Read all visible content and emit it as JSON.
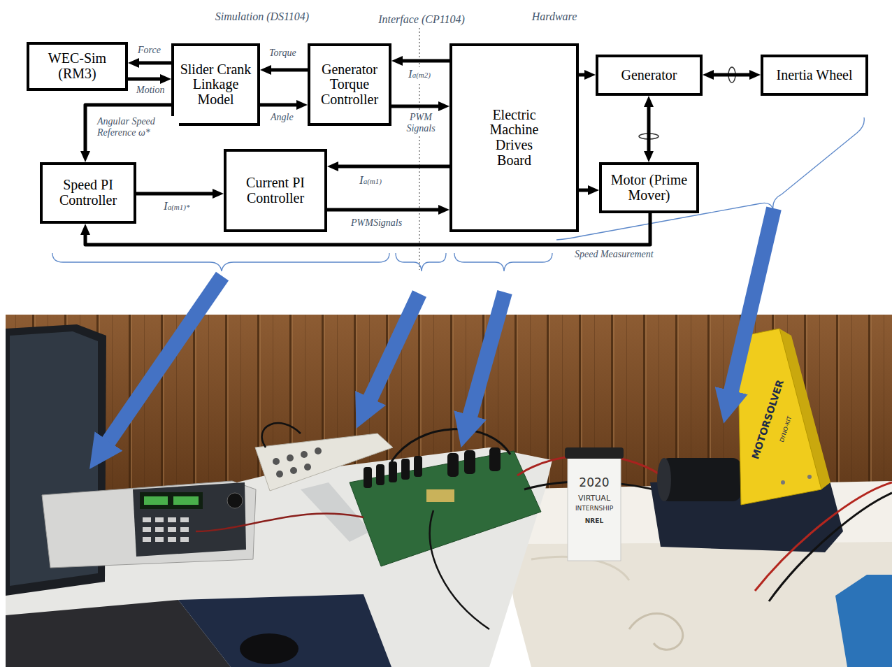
{
  "diagram": {
    "nodes": [
      {
        "text": [
          "WEC-Sim (RM3)"
        ]
      },
      {
        "text": [
          "Slider Crank Linkage Model"
        ]
      },
      {
        "text": [
          "Generator Torque Controller"
        ]
      },
      {
        "text": [
          "Electric Machine Drives Board"
        ]
      },
      {
        "text": [
          "Generator"
        ]
      },
      {
        "text": [
          "Inertia Wheel"
        ]
      },
      {
        "text": [
          "Speed PI Controller"
        ]
      },
      {
        "text": [
          "Current PI Controller"
        ]
      },
      {
        "text": [
          "Motor (Prime Mover)"
        ]
      }
    ],
    "edges": [
      {
        "from": 1,
        "to": 0,
        "label": "Force",
        "arrow": "to"
      },
      {
        "from": 0,
        "to": 1,
        "label": "Motion",
        "arrow": "to"
      },
      {
        "from": 2,
        "to": 1,
        "label": "Torque",
        "arrow": "to"
      },
      {
        "from": 1,
        "to": 2,
        "label": "Angle",
        "arrow": "to"
      },
      {
        "from": 3,
        "to": 2,
        "label": "Ia(m2)",
        "arrow": "to"
      },
      {
        "from": 2,
        "to": 3,
        "label": "PWM Signals",
        "arrow": "to"
      },
      {
        "from": 1,
        "to": 6,
        "label": "Angular Speed Reference ω*",
        "arrow": "to"
      },
      {
        "from": 3,
        "to": 7,
        "label": "Ia(m1)",
        "arrow": "to"
      },
      {
        "from": 7,
        "to": 3,
        "label": "PWMSignals",
        "arrow": "to"
      },
      {
        "from": 6,
        "to": 7,
        "label": "Ia(m1)*",
        "arrow": "to"
      },
      {
        "from": 3,
        "to": 4,
        "arrow": "to"
      },
      {
        "from": 3,
        "to": 8,
        "arrow": "to"
      },
      {
        "from": 4,
        "to": 5,
        "arrow": "both"
      },
      {
        "from": 4,
        "to": 8,
        "arrow": "both"
      },
      {
        "from": 8,
        "to": 6,
        "label": "Speed Measurement",
        "arrow": "to"
      }
    ],
    "labels": [
      "Simulation (DS1104)",
      "Interface (CP1104)",
      "Hardware",
      "MOTORSOLVER",
      "DYNO-KIT",
      "2020",
      "VIRTUAL",
      "INTERNSHIP",
      "NREL"
    ]
  }
}
